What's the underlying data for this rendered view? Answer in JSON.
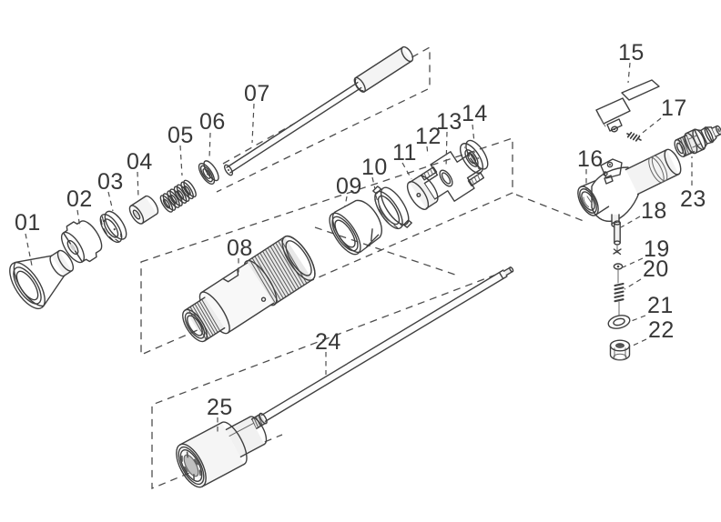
{
  "figure": {
    "type": "exploded-parts-diagram",
    "description": "Exploded isometric parts diagram of a pneumatic tool with numbered callouts",
    "part_count": 25,
    "colors": {
      "background": "#ffffff",
      "line": "#3f3f3f",
      "label": "#383838",
      "dashed": "#4d4d4d",
      "shade_light": "#ececec",
      "shade_mid": "#d8d8d8",
      "shade_dark": "#8f8f8f"
    }
  },
  "labels": [
    {
      "id": "01",
      "text": "01"
    },
    {
      "id": "02",
      "text": "02"
    },
    {
      "id": "03",
      "text": "03"
    },
    {
      "id": "04",
      "text": "04"
    },
    {
      "id": "05",
      "text": "05"
    },
    {
      "id": "06",
      "text": "06"
    },
    {
      "id": "07",
      "text": "07"
    },
    {
      "id": "08",
      "text": "08"
    },
    {
      "id": "09",
      "text": "09"
    },
    {
      "id": "10",
      "text": "10"
    },
    {
      "id": "11",
      "text": "11"
    },
    {
      "id": "12",
      "text": "12"
    },
    {
      "id": "13",
      "text": "13"
    },
    {
      "id": "14",
      "text": "14"
    },
    {
      "id": "15",
      "text": "15"
    },
    {
      "id": "16",
      "text": "16"
    },
    {
      "id": "17",
      "text": "17"
    },
    {
      "id": "18",
      "text": "18"
    },
    {
      "id": "19",
      "text": "19"
    },
    {
      "id": "20",
      "text": "20"
    },
    {
      "id": "21",
      "text": "21"
    },
    {
      "id": "22",
      "text": "22"
    },
    {
      "id": "23",
      "text": "23"
    },
    {
      "id": "24",
      "text": "24"
    },
    {
      "id": "25",
      "text": "25"
    }
  ]
}
